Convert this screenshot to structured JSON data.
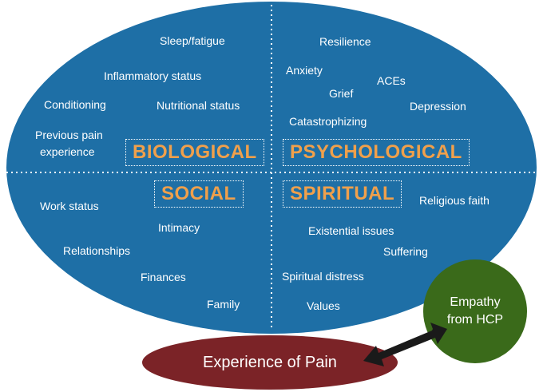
{
  "colors": {
    "ellipse": "#1e6fa6",
    "category_text": "#f0a04b",
    "pain": "#7b2327",
    "empathy": "#3a6a1a",
    "arrow": "#1a1a1a"
  },
  "quadrants": {
    "biological": {
      "title": "BIOLOGICAL",
      "factors": [
        "Sleep/fatigue",
        "Inflammatory status",
        "Conditioning",
        "Nutritional status",
        "Previous pain",
        "experience"
      ]
    },
    "psychological": {
      "title": "PSYCHOLOGICAL",
      "factors": [
        "Resilience",
        "Anxiety",
        "ACEs",
        "Grief",
        "Depression",
        "Catastrophizing"
      ]
    },
    "social": {
      "title": "SOCIAL",
      "factors": [
        "Work status",
        "Intimacy",
        "Relationships",
        "Finances",
        "Family"
      ]
    },
    "spiritual": {
      "title": "SPIRITUAL",
      "factors": [
        "Religious faith",
        "Existential issues",
        "Suffering",
        "Spiritual distress",
        "Values"
      ]
    }
  },
  "pain_label": "Experience of Pain",
  "empathy_label": [
    "Empathy",
    "from HCP"
  ]
}
